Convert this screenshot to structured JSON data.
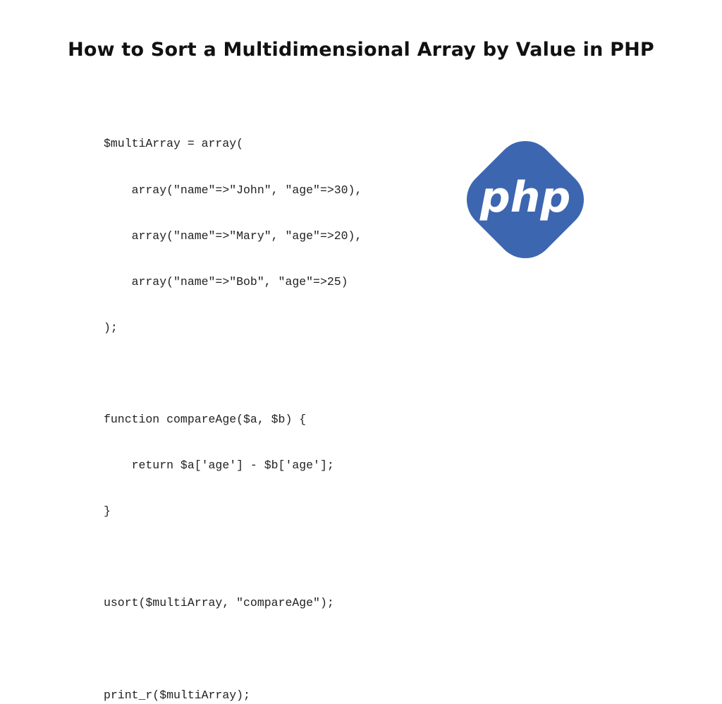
{
  "title": "How to Sort a Multidimensional Array by Value in PHP",
  "code_lines": [
    "$multiArray = array(",
    "    array(\"name\"=>\"John\", \"age\"=>30),",
    "    array(\"name\"=>\"Mary\", \"age\"=>20),",
    "    array(\"name\"=>\"Bob\", \"age\"=>25)",
    ");",
    "",
    "function compareAge($a, $b) {",
    "    return $a['age'] - $b['age'];",
    "}",
    "",
    "usort($multiArray, \"compareAge\");",
    "",
    "print_r($multiArray);"
  ],
  "logo": {
    "text": "php",
    "color": "#3d66b0"
  }
}
